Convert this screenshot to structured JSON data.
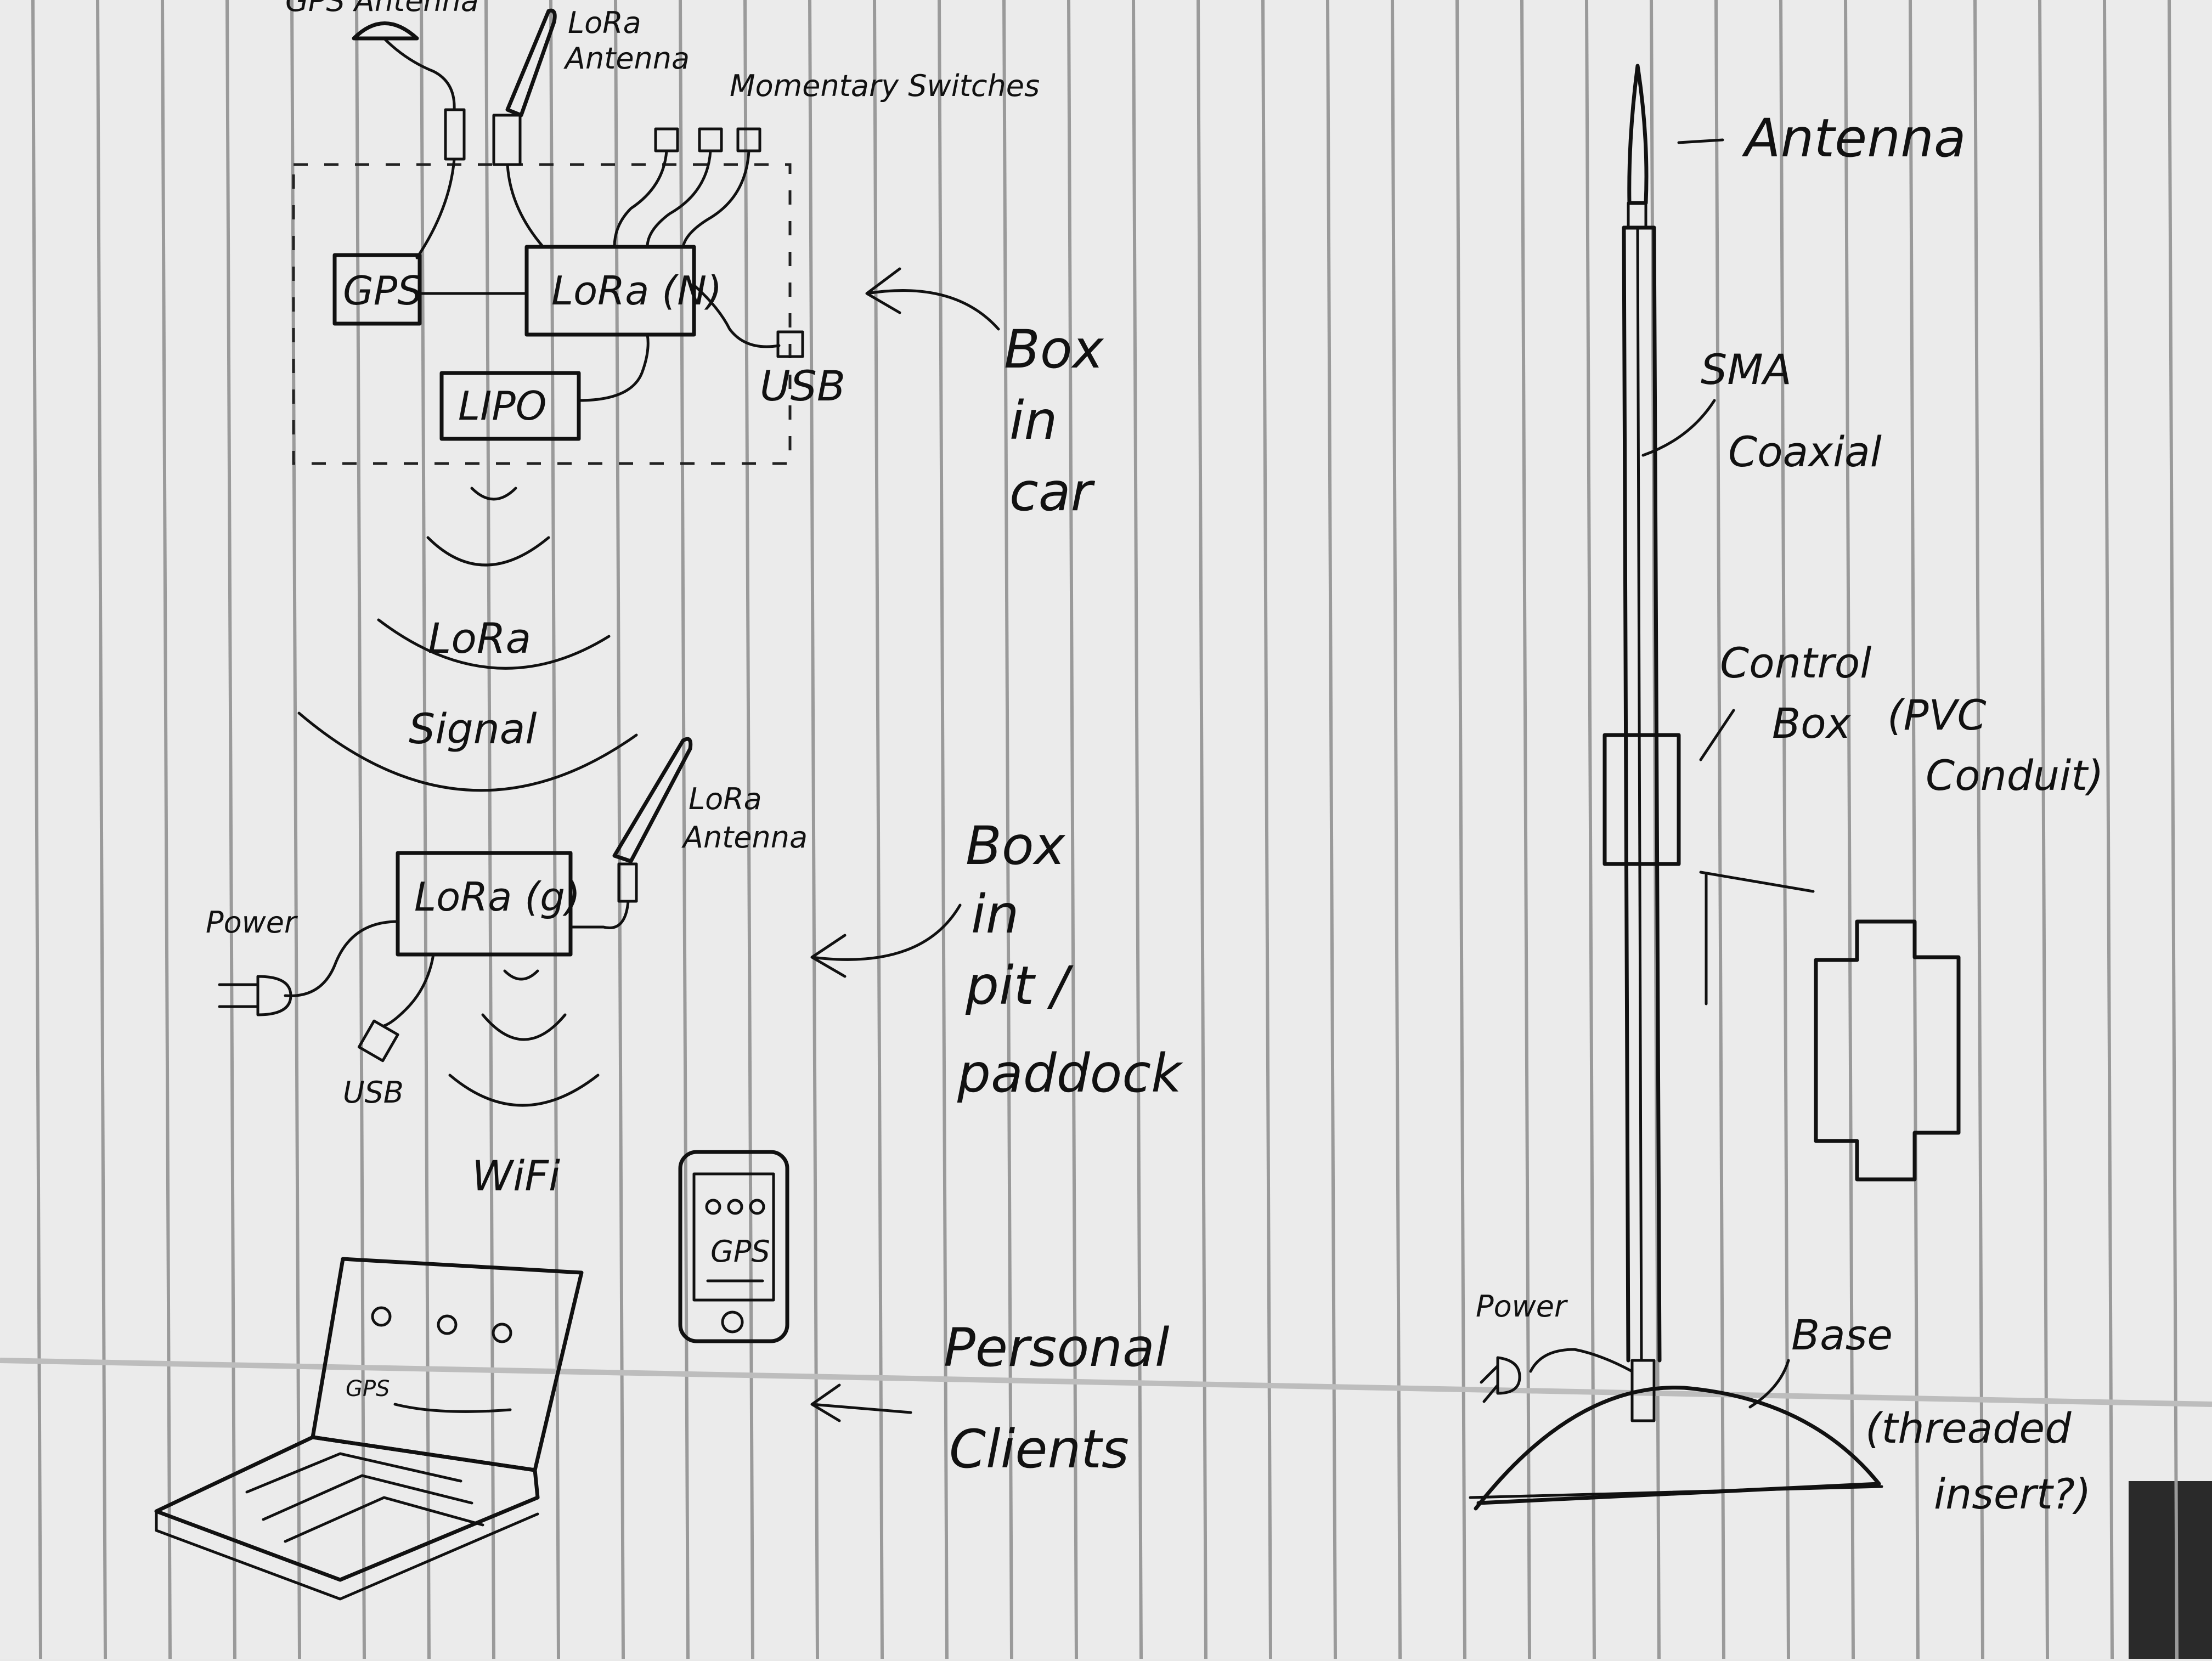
{
  "car_box": {
    "gps_antenna_label": "GPS Antenna",
    "lora_antenna_label": "LoRa Antenna",
    "switches_label": "Momentary Switches",
    "gps_label": "GPS",
    "lora_node_label": "LoRa (N)",
    "lipo_label": "LIPO",
    "usb_label": "USB",
    "caption": [
      "Box",
      "in",
      "car"
    ]
  },
  "signal": {
    "lora_label": [
      "LoRa",
      "Signal"
    ],
    "wifi_label": "WiFi"
  },
  "pit_box": {
    "lora_gateway_label": "LoRa (g)",
    "lora_antenna_label": "LoRa Antenna",
    "power_label": "Power",
    "usb_label": "USB",
    "caption": [
      "Box",
      "in",
      "pit /",
      "paddock"
    ]
  },
  "clients": {
    "phone_screen_label": "GPS",
    "laptop_screen_label": "GPS",
    "caption": [
      "Personal",
      "Clients"
    ]
  },
  "mast": {
    "antenna_label": "Antenna",
    "coax_label": [
      "SMA",
      "Coaxial"
    ],
    "control_box_label": [
      "Control",
      "Box"
    ],
    "pvc_label": [
      "(PVC",
      "Conduit)"
    ],
    "power_label": "Power",
    "base_label": [
      "Base",
      "(threaded",
      "insert?)"
    ]
  }
}
